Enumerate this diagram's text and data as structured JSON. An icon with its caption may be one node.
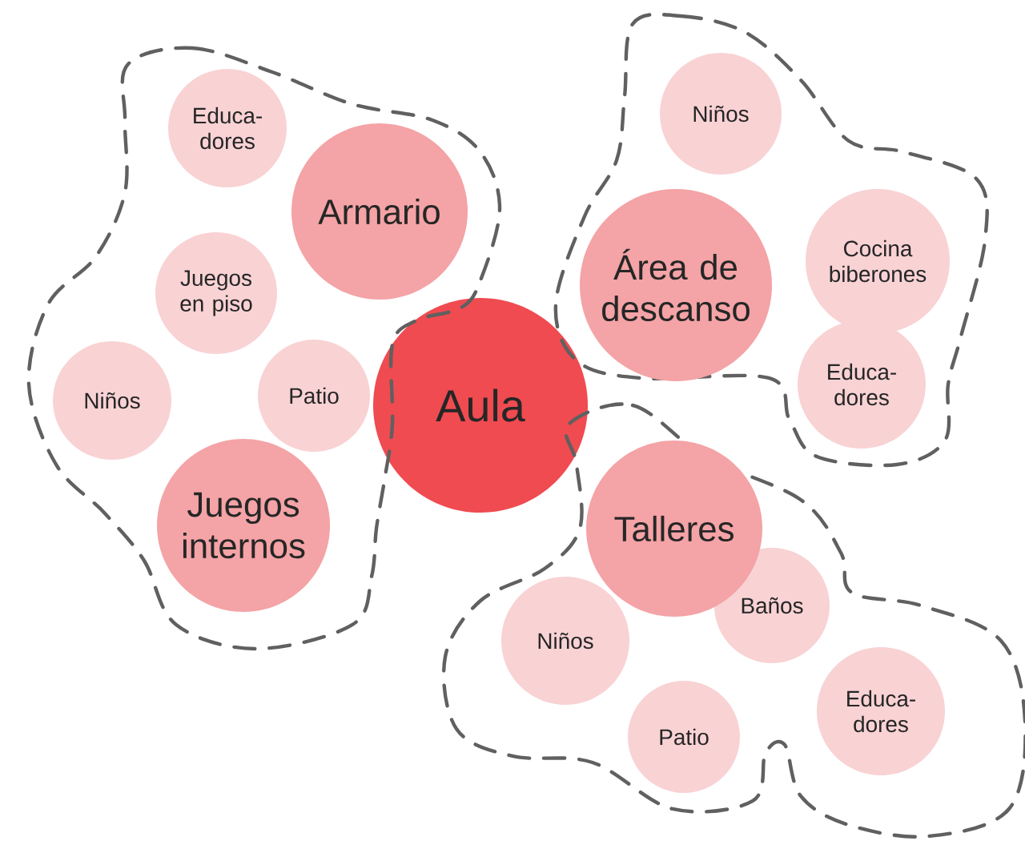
{
  "diagram": {
    "nodes": [
      {
        "text": [
          "Aula"
        ]
      },
      {
        "text": [],
        "shape": "cloud"
      },
      {
        "text": [
          "Educa- dores"
        ],
        "in": 1
      },
      {
        "text": [
          "Armario"
        ],
        "in": 1
      },
      {
        "text": [
          "Juegos en piso"
        ],
        "in": 1
      },
      {
        "text": [
          "Niños"
        ],
        "in": 1
      },
      {
        "text": [
          "Patio"
        ],
        "in": 1
      },
      {
        "text": [
          "Juegos internos"
        ],
        "in": 1
      },
      {
        "text": [],
        "shape": "cloud"
      },
      {
        "text": [
          "Niños"
        ],
        "in": 8
      },
      {
        "text": [
          "Área de descanso"
        ],
        "in": 8
      },
      {
        "text": [
          "Cocina biberones"
        ],
        "in": 8
      },
      {
        "text": [
          "Educa- dores"
        ],
        "in": 8
      },
      {
        "text": [],
        "shape": "cloud"
      },
      {
        "text": [
          "Talleres"
        ],
        "in": 13
      },
      {
        "text": [
          "Baños"
        ],
        "in": 13
      },
      {
        "text": [
          "Niños"
        ],
        "in": 13
      },
      {
        "text": [
          "Educa- dores"
        ],
        "in": 13
      },
      {
        "text": [
          "Patio"
        ],
        "in": 13
      }
    ]
  }
}
